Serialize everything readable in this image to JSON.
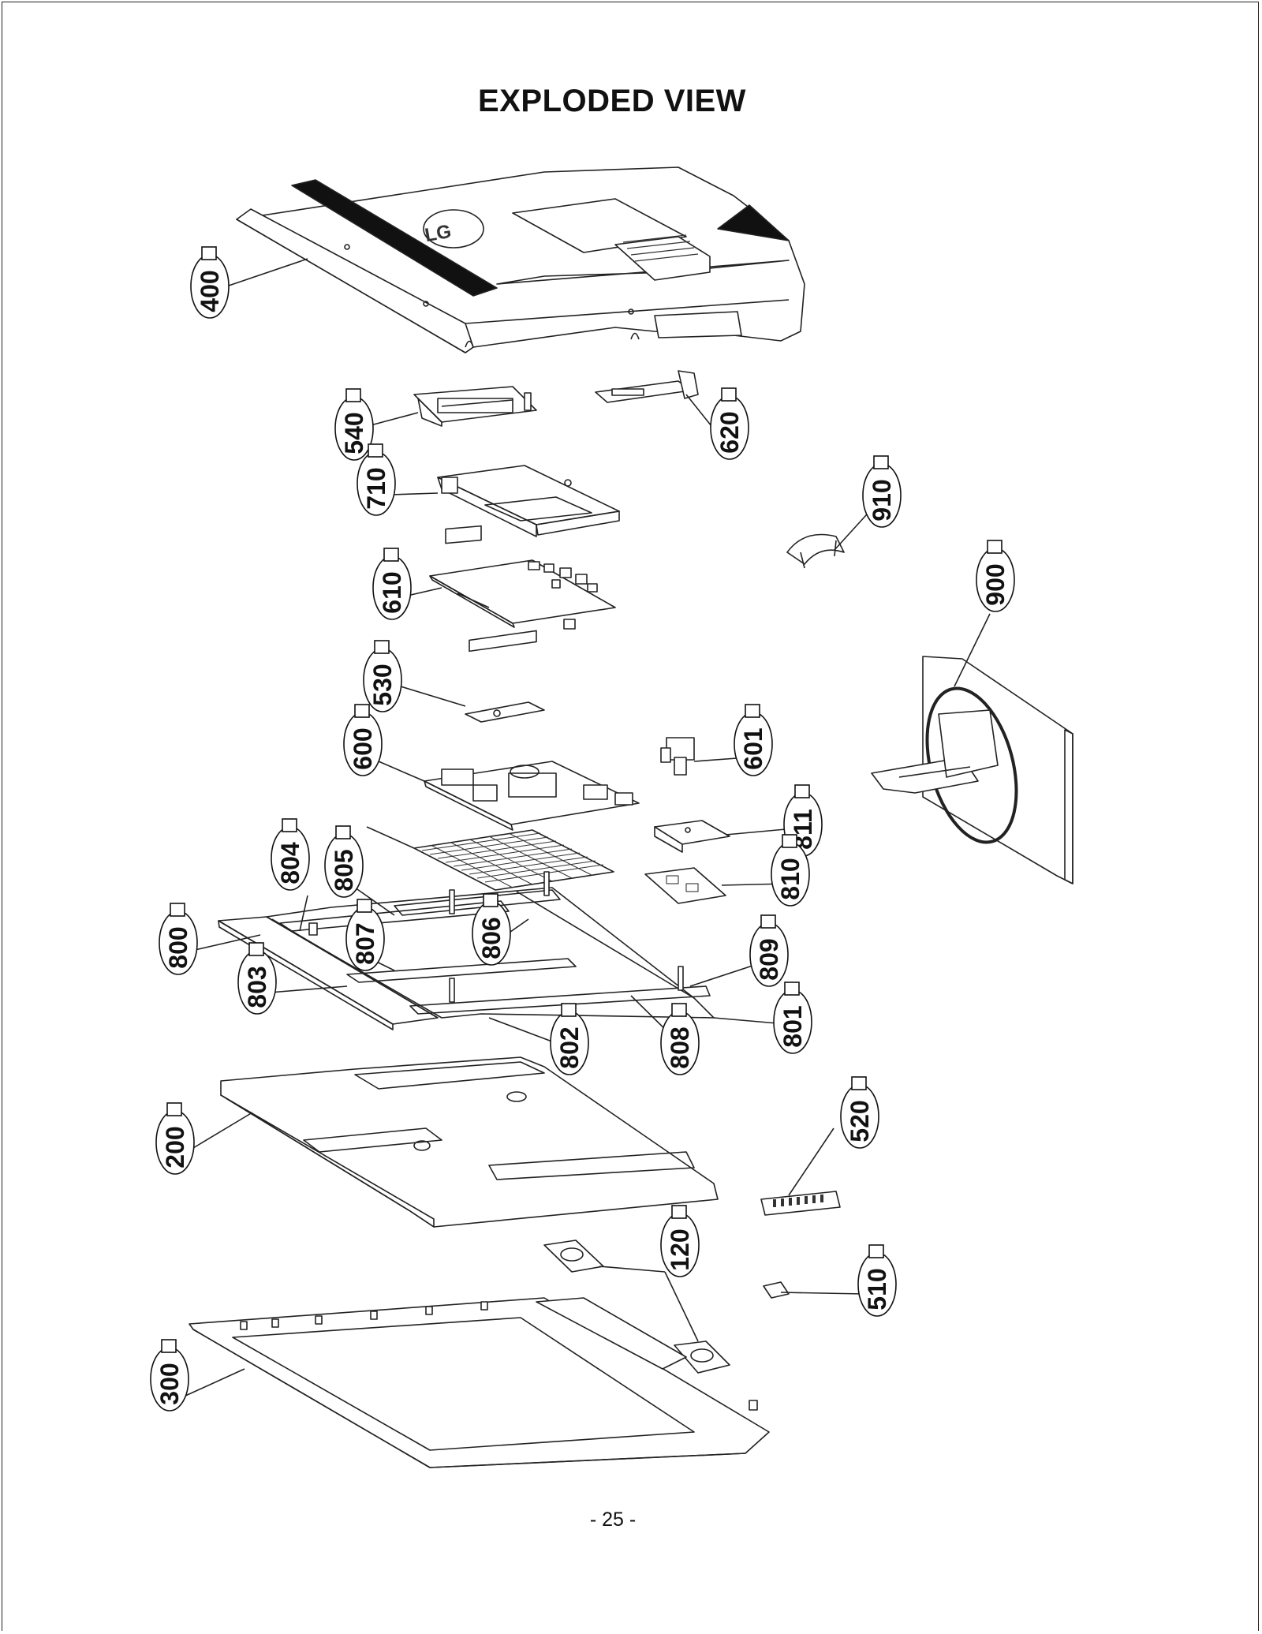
{
  "page": {
    "title": "EXPLODED VIEW",
    "page_number": "- 25 -"
  },
  "part_labels": [
    {
      "id": "400",
      "text": "400"
    },
    {
      "id": "540",
      "text": "540"
    },
    {
      "id": "620",
      "text": "620"
    },
    {
      "id": "710",
      "text": "710"
    },
    {
      "id": "910",
      "text": "910"
    },
    {
      "id": "610",
      "text": "610"
    },
    {
      "id": "900",
      "text": "900"
    },
    {
      "id": "530",
      "text": "530"
    },
    {
      "id": "600",
      "text": "600"
    },
    {
      "id": "601",
      "text": "601"
    },
    {
      "id": "811",
      "text": "811"
    },
    {
      "id": "804",
      "text": "804"
    },
    {
      "id": "805",
      "text": "805"
    },
    {
      "id": "810",
      "text": "810"
    },
    {
      "id": "800",
      "text": "800"
    },
    {
      "id": "806",
      "text": "806"
    },
    {
      "id": "807",
      "text": "807"
    },
    {
      "id": "809",
      "text": "809"
    },
    {
      "id": "803",
      "text": "803"
    },
    {
      "id": "801",
      "text": "801"
    },
    {
      "id": "802",
      "text": "802"
    },
    {
      "id": "808",
      "text": "808"
    },
    {
      "id": "520",
      "text": "520"
    },
    {
      "id": "200",
      "text": "200"
    },
    {
      "id": "120",
      "text": "120"
    },
    {
      "id": "510",
      "text": "510"
    },
    {
      "id": "300",
      "text": "300"
    }
  ],
  "logo_text": "LG"
}
